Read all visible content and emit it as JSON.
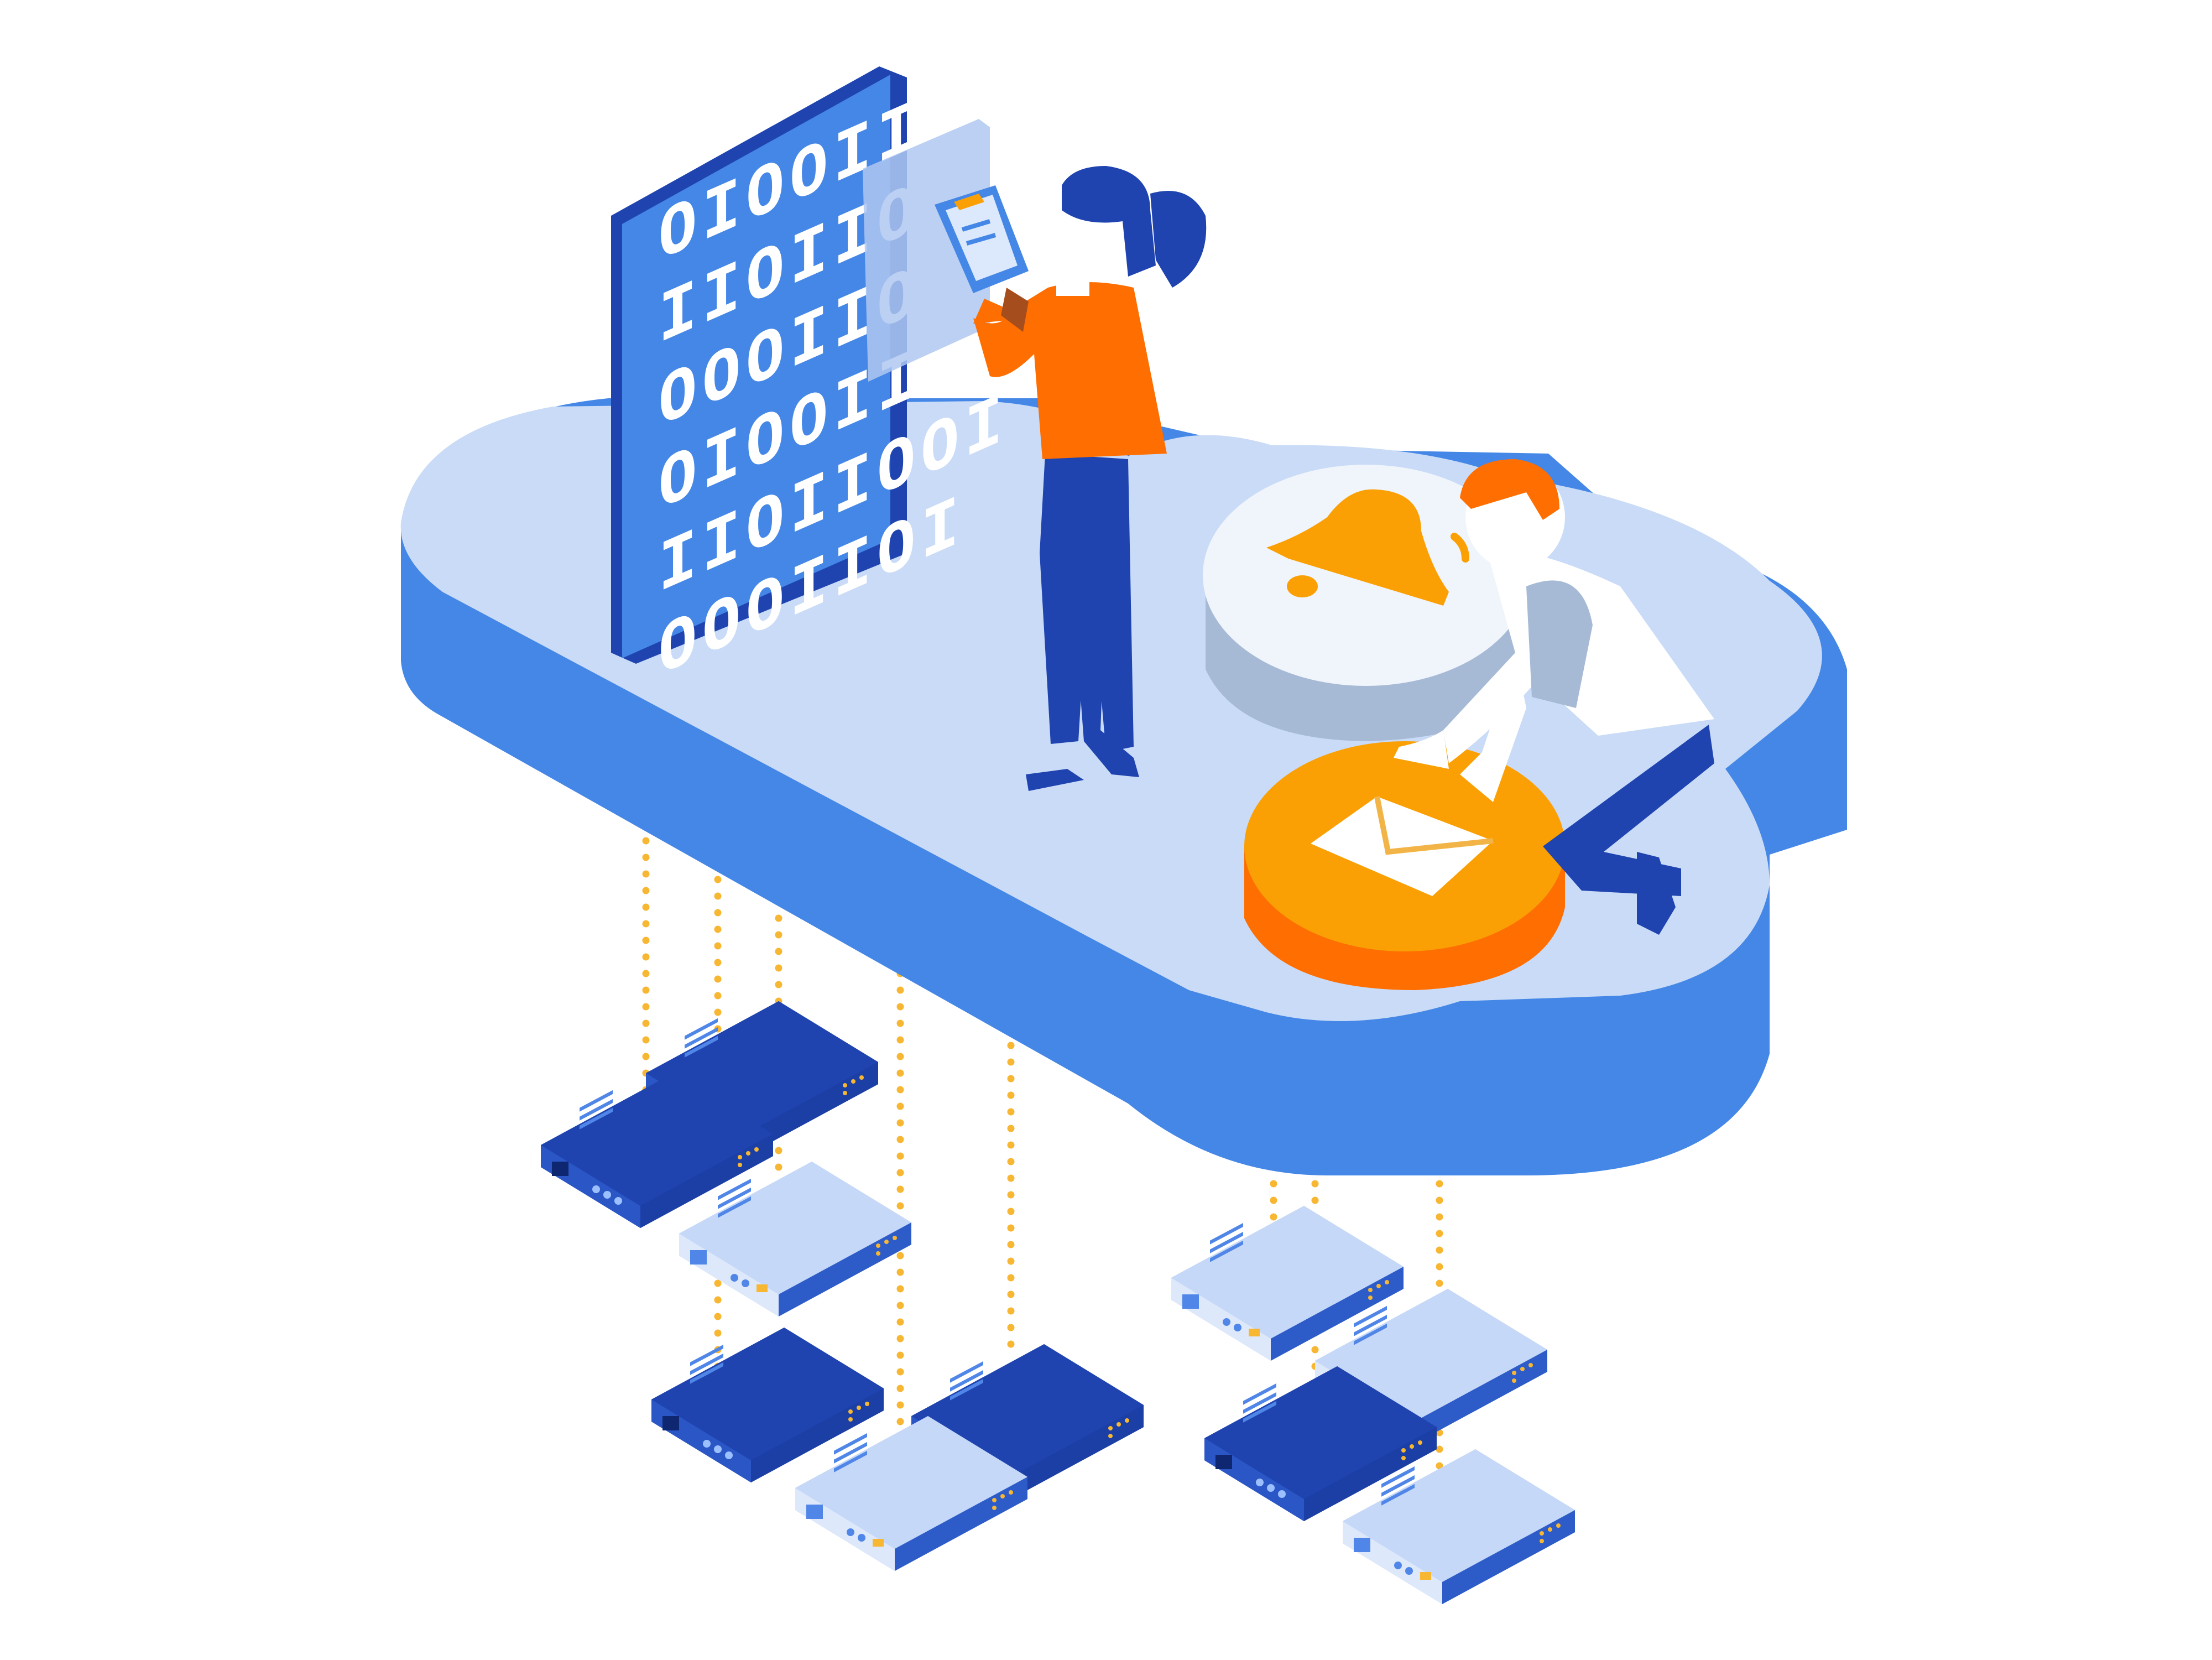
{
  "binary_panel": {
    "rows": [
      "OIOOIIOI",
      "IIOIIOOI",
      "OOOIIOI",
      "OIOOIIOI",
      "IIOIIOOI",
      "OOOIIOI"
    ]
  },
  "icons": [
    "cloud-icon",
    "bell-icon",
    "envelope-icon",
    "clipboard-icon",
    "server-icon"
  ],
  "colors": {
    "cloud_top": "#C9DBF7",
    "cloud_side": "#4487E6",
    "dark_blue": "#1F44B0",
    "orange": "#FF6E00",
    "amber": "#FAA005",
    "connector": "#F7B733",
    "gray_blue": "#A6BAD6"
  }
}
